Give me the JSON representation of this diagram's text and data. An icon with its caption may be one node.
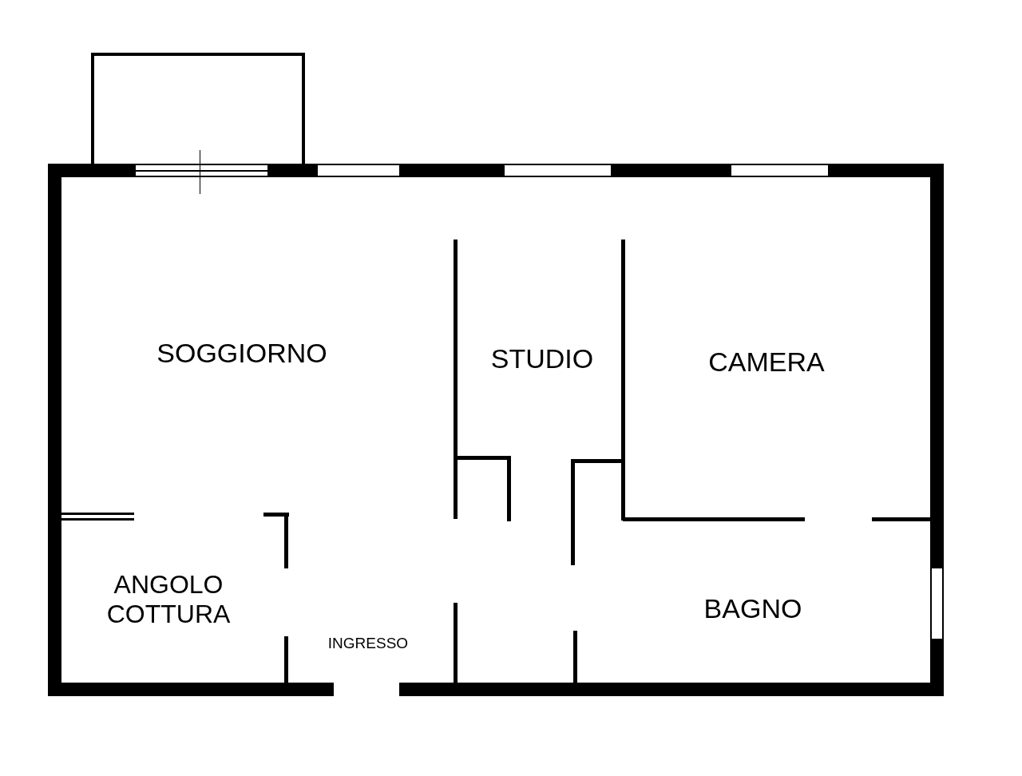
{
  "diagram": {
    "labels": [
      "SOGGIORNO",
      "STUDIO",
      "CAMERA",
      "ANGOLO COTTURA",
      "BAGNO",
      "INGRESSO"
    ]
  }
}
